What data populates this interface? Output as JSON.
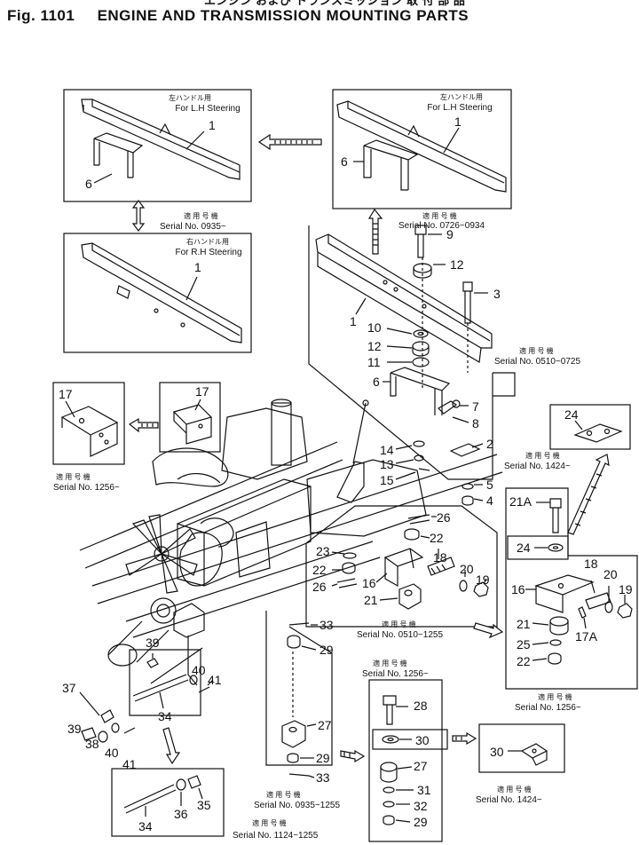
{
  "header": {
    "japanese": "エンジン および トランスミッション 取 付 部 品",
    "fig_no": "Fig. 1101",
    "title": "ENGINE AND TRANSMISSION MOUNTING PARTS"
  },
  "boxes": {
    "lh_left": {
      "jp": "左ハンドル用",
      "text": "For L.H Steering"
    },
    "lh_right": {
      "jp": "左ハンドル用",
      "text": "For L.H Steering"
    },
    "rh": {
      "jp": "右ハンドル用",
      "text": "For R.H Steering"
    }
  },
  "serials": {
    "jp_label": "適 用 号 機",
    "s0935": "Serial No. 0935~",
    "s0726": "Serial No. 0726~0934",
    "s0510_0725": "Serial No. 0510~0725",
    "s1256_left": "Serial No. 1256~",
    "s1424_right": "Serial No. 1424~",
    "s0510_1255": "Serial No. 0510~1255",
    "s1256_right": "Serial No. 1256~",
    "s1256_mid": "Serial No. 1256~",
    "s0935_1255": "Serial No. 0935~1255",
    "s1424_bottom": "Serial No. 1424~",
    "s1124_1255": "Serial No. 1124~1255"
  },
  "callouts": {
    "c1a": "1",
    "c6a": "6",
    "c1b": "1",
    "c6b": "6",
    "c1c": "1",
    "c9": "9",
    "c12a": "12",
    "c3": "3",
    "c1d": "1",
    "c10": "10",
    "c12b": "12",
    "c11": "11",
    "c6c": "6",
    "c7": "7",
    "c8": "8",
    "c2": "2",
    "c14": "14",
    "c13": "13",
    "c15": "15",
    "c5": "5",
    "c4": "4",
    "c17a": "17",
    "c17b": "17",
    "c24a": "24",
    "c21A": "21A",
    "c24b": "24",
    "c18b": "18",
    "c20b": "20",
    "c16b": "16",
    "c19b": "19",
    "c21b": "21",
    "c17A": "17A",
    "c25": "25",
    "c22c": "22",
    "c26a": "26",
    "c23": "23",
    "c22a": "22",
    "c18a": "18",
    "c22b": "22",
    "c16a": "16",
    "c20a": "20",
    "c26b": "26",
    "c19a": "19",
    "c21a": "21",
    "c33a": "33",
    "c29a": "29",
    "c39a": "39",
    "c40a": "40",
    "c41a": "41",
    "c37": "37",
    "c34a": "34",
    "c39b": "39",
    "c38": "38",
    "c40b": "40",
    "c41b": "41",
    "c27a": "27",
    "c29b": "29",
    "c33b": "33",
    "c28": "28",
    "c30a": "30",
    "c27b": "27",
    "c31": "31",
    "c32": "32",
    "c29c": "29",
    "c30b": "30",
    "c34b": "34",
    "c36": "36",
    "c35": "35"
  }
}
